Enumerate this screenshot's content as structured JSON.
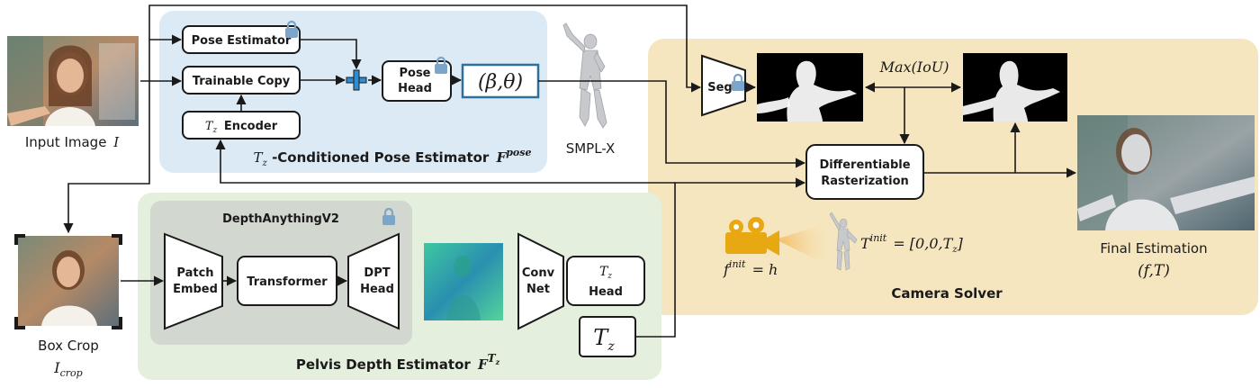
{
  "colors": {
    "pose_panel": "#dceaf6",
    "depth_panel": "#e4efdd",
    "depth_anything_panel": "#d2d7cf",
    "camera_panel": "#f6e6c0",
    "plus_sign": "#2f8ed3",
    "lock": "#7aa6cc",
    "camera_icon": "#e8a812"
  },
  "icons": [
    "lock-icon",
    "plus-icon",
    "camera-icon"
  ],
  "inputs": {
    "input_image_label": "Input Image",
    "input_image_symbol": "I",
    "box_crop_label": "Box Crop",
    "box_crop_symbol": "I",
    "box_crop_subscript": "crop"
  },
  "pose_estimator": {
    "pose_estimator_label": "Pose Estimator",
    "trainable_copy_label": "Trainable Copy",
    "tz_encoder_symbol": "T",
    "tz_encoder_subscript": "z",
    "tz_encoder_label": "Encoder",
    "pose_head_line1": "Pose",
    "pose_head_line2": "Head",
    "params_label": "(β,θ)",
    "smplx_label": "SMPL-X",
    "title_symbol": "T",
    "title_subscript": "z",
    "title_text": "-Conditioned Pose Estimator",
    "title_F": "F",
    "title_superscript": "pose"
  },
  "depth_estimator": {
    "depth_anything_label": "DepthAnythingV2",
    "patch_embed_line1": "Patch",
    "patch_embed_line2": "Embed",
    "transformer_label": "Transformer",
    "dpt_head_line1": "DPT",
    "dpt_head_line2": "Head",
    "conv_net_line1": "Conv",
    "conv_net_line2": "Net",
    "tz_head_symbol": "T",
    "tz_head_subscript": "z",
    "tz_head_label": "Head",
    "tz_output_symbol": "T",
    "tz_output_subscript": "z",
    "title_text": "Pelvis Depth Estimator",
    "title_F": "F",
    "title_superscript_T": "T",
    "title_superscript_sub": "z"
  },
  "camera_solver": {
    "seg_label": "Seg",
    "max_iou_label": "Max(IoU)",
    "rasterization_line1": "Differentiable",
    "rasterization_line2": "Rasterization",
    "f_init_symbol": "f",
    "f_init_superscript": "init",
    "f_init_value": "= h",
    "t_init_symbol": "T",
    "t_init_superscript": "init",
    "t_init_value": "= [0,0,",
    "t_init_tz": "T",
    "t_init_tz_sub": "z",
    "t_init_close": "]",
    "title": "Camera Solver"
  },
  "output": {
    "final_label": "Final Estimation",
    "final_params": "(f,T)"
  }
}
